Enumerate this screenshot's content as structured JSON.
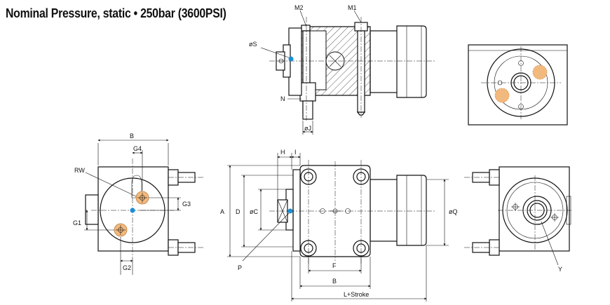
{
  "title": "Nominal Pressure, static • 250bar (3600PSI)",
  "labels": {
    "M2": "M2",
    "M1": "M1",
    "oS": "øS",
    "N": "N",
    "oJ": "øJ",
    "B_left": "B",
    "G4": "G4",
    "RW": "RW",
    "G3": "G3",
    "G1": "G1",
    "G2": "G2",
    "H": "H",
    "I": "I",
    "A": "A",
    "D": "D",
    "oC": "øC",
    "P": "P",
    "F": "F",
    "B_mid": "B",
    "L_stroke": "L+Stroke",
    "oQ": "øQ",
    "Y": "Y"
  },
  "colors": {
    "port_fill": "#f2b97e",
    "port_dashed": "#f5c089",
    "marker": "#1a8fd6",
    "line": "#111111"
  },
  "icons": [
    "crosshair-icon"
  ]
}
